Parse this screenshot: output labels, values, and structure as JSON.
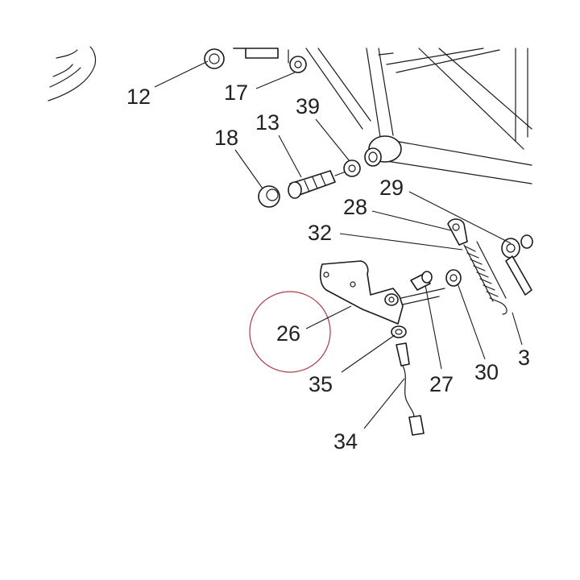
{
  "diagram": {
    "type": "exploded-parts-view",
    "highlight_color": "#b03a48",
    "highlighted_part": "26",
    "callouts": [
      {
        "id": "c12",
        "label": "12"
      },
      {
        "id": "c17",
        "label": "17"
      },
      {
        "id": "c39",
        "label": "39"
      },
      {
        "id": "c13",
        "label": "13"
      },
      {
        "id": "c18",
        "label": "18"
      },
      {
        "id": "c29",
        "label": "29"
      },
      {
        "id": "c28",
        "label": "28"
      },
      {
        "id": "c32",
        "label": "32"
      },
      {
        "id": "c26",
        "label": "26"
      },
      {
        "id": "c35",
        "label": "35"
      },
      {
        "id": "c27",
        "label": "27"
      },
      {
        "id": "c30",
        "label": "30"
      },
      {
        "id": "c31",
        "label": "3"
      },
      {
        "id": "c34",
        "label": "34"
      }
    ]
  }
}
